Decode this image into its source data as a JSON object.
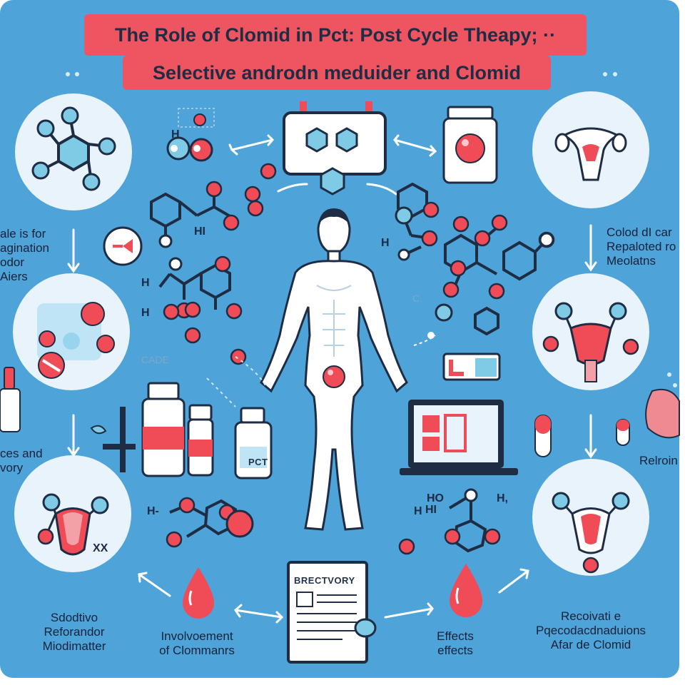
{
  "title": {
    "line1": "The Role of Clomid in Pct: Post Cycle Theapy;  ··",
    "line2": "Selective androdn meduider and Clomid"
  },
  "labels": {
    "left_upper": [
      "ale is  for",
      "agination",
      "odor",
      "Aiers"
    ],
    "left_mid": [
      "ces and",
      "vory"
    ],
    "left_bottom": [
      "Sdodtivo",
      "Reforandor",
      "Miodimatter"
    ],
    "center_bottom_left": [
      "Involvoement",
      "of Clommanrs"
    ],
    "center_bottom_right": [
      "Effects",
      "effects"
    ],
    "right_upper": [
      "Colod dI car",
      "Repaloted ro",
      "Meolatns"
    ],
    "right_mid": "Relroin",
    "right_bottom": [
      "Recoivati e",
      "Pqecodacdnaduions",
      "Afar de Clomid"
    ]
  },
  "bottle_label": "PCT",
  "report_title": "BRECTVORY",
  "chem_text": {
    "h1": "H",
    "h2": "HI",
    "h3": "H",
    "h4": "H",
    "h5": "H",
    "h6": "HO",
    "h7": "H",
    "h8": "HI",
    "h9": "H,",
    "h10": "H-",
    "xx": "XX"
  },
  "faint_text": {
    "cade": "CADE",
    "c_mark": "C."
  },
  "colors": {
    "background": "#4ea3d9",
    "banner": "#ef5560",
    "circle": "#e9f3fb",
    "red": "#ef4c57",
    "teal": "#7fcbe6",
    "dark": "#1f2d44"
  }
}
